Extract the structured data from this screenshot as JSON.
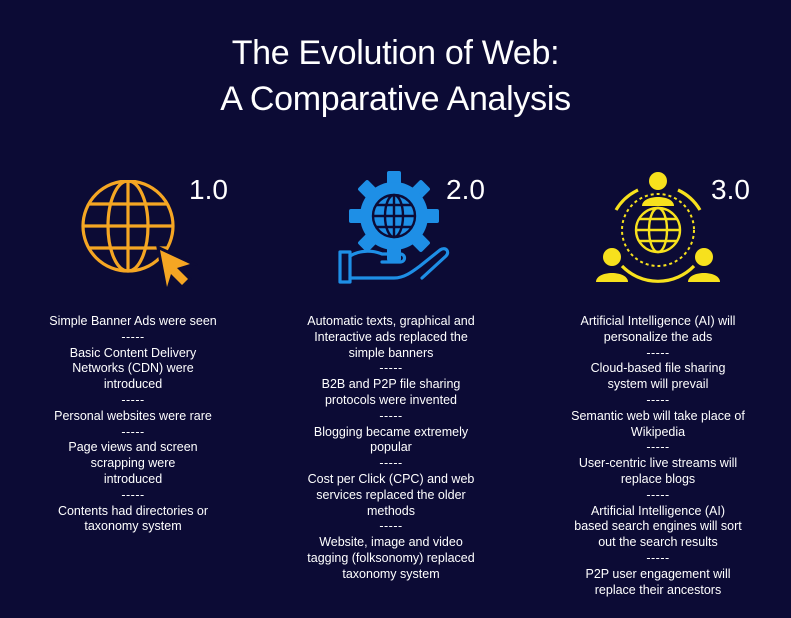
{
  "title": {
    "line1": "The Evolution of Web:",
    "line2": "A Comparative Analysis"
  },
  "colors": {
    "background": "#0c0b35",
    "web1_icon": "#f5a623",
    "web2_icon": "#1e8fe6",
    "web3_icon": "#f7e11d",
    "text": "#ffffff"
  },
  "columns": [
    {
      "version": "1.0",
      "icon": "globe-cursor-icon",
      "separator": "-----",
      "items": [
        "Simple Banner Ads were seen",
        "Basic Content Delivery Networks (CDN) were introduced",
        "Personal websites were rare",
        "Page views and screen scrapping were introduced",
        "Contents had directories or taxonomy system"
      ]
    },
    {
      "version": "2.0",
      "icon": "hand-gear-globe-icon",
      "separator": "-----",
      "items": [
        "Automatic texts, graphical and Interactive ads replaced the simple banners",
        "B2B and P2P file sharing protocols were invented",
        "Blogging became extremely popular",
        "Cost per Click (CPC) and web services replaced the older methods",
        "Website, image and video tagging (folksonomy) replaced taxonomy system"
      ]
    },
    {
      "version": "3.0",
      "icon": "users-network-globe-icon",
      "separator": "-----",
      "items": [
        "Artificial Intelligence (AI) will personalize the ads",
        "Cloud-based file sharing system will prevail",
        "Semantic web will take place of Wikipedia",
        "User-centric live streams will replace blogs",
        "Artificial Intelligence (AI) based search engines will sort out the search results",
        "P2P user engagement will replace their ancestors"
      ]
    }
  ]
}
